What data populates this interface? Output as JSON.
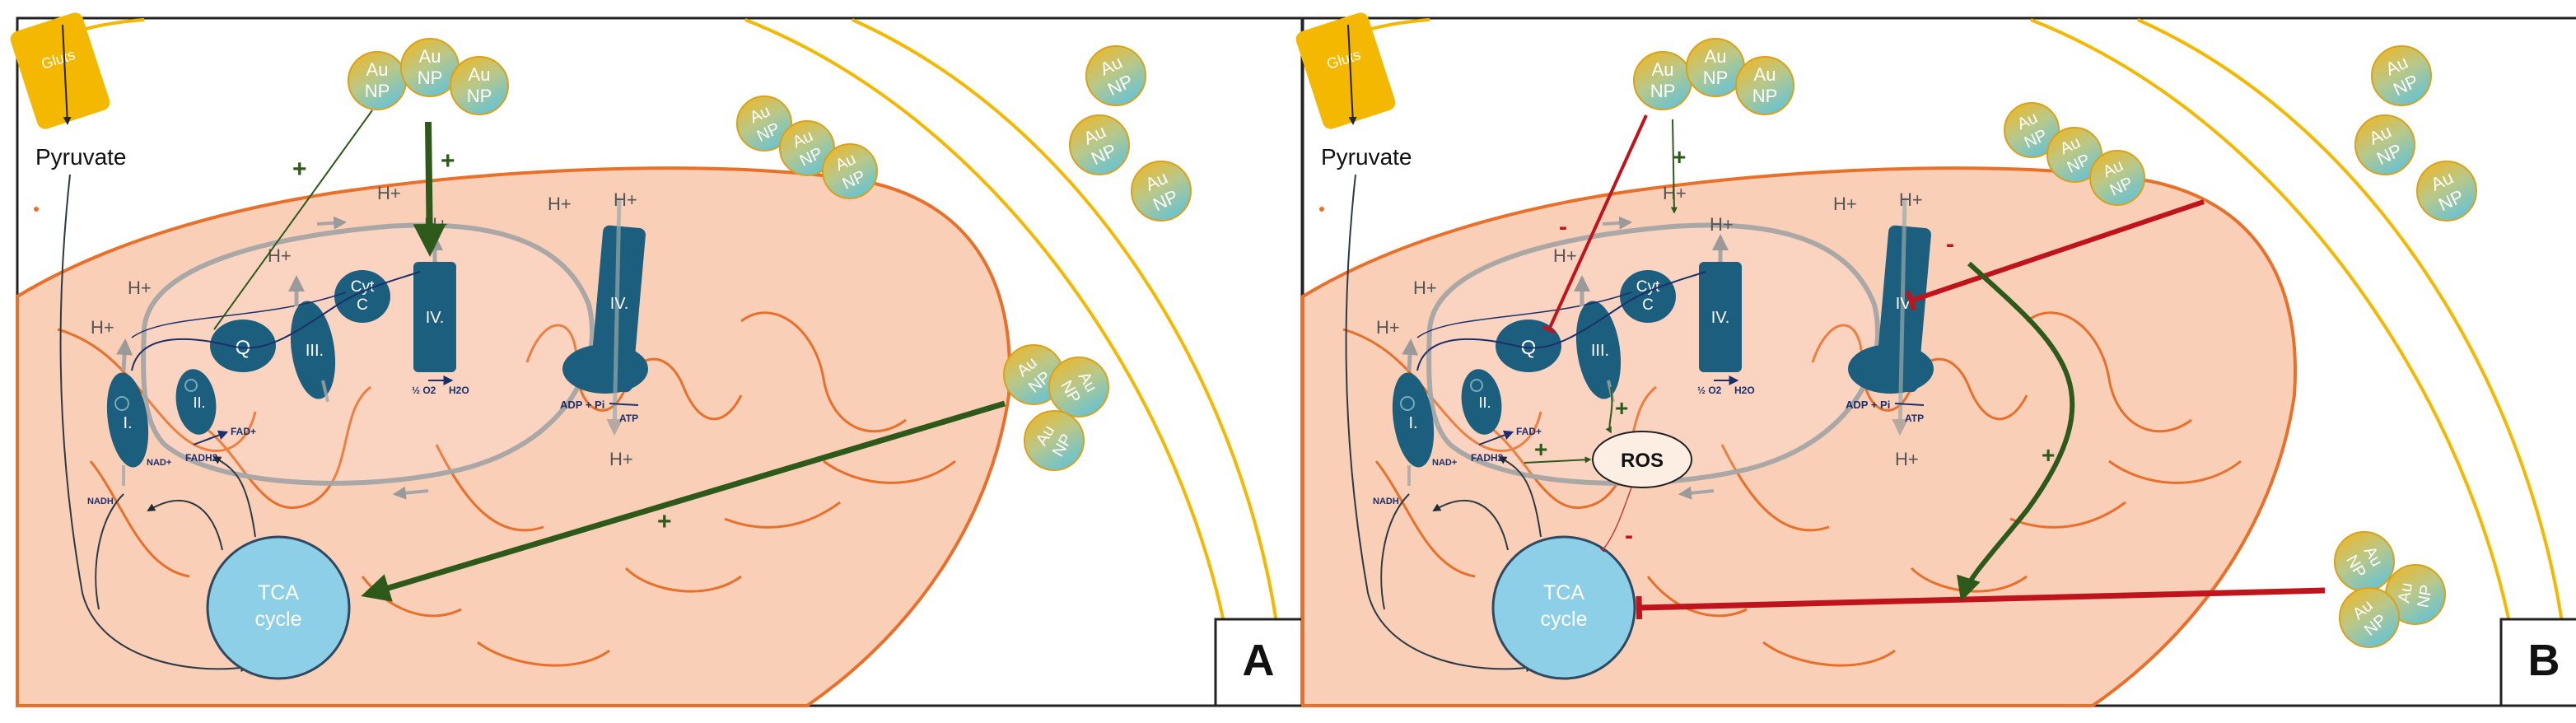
{
  "panels": [
    {
      "id": "A",
      "label": "A"
    },
    {
      "id": "B",
      "label": "B"
    }
  ],
  "labels": {
    "pyruvate": "Pyruvate",
    "glut": "Gluts",
    "tca_line1": "TCA",
    "tca_line2": "cycle",
    "cyt_line1": "Cyt",
    "cyt_line2": "C",
    "complex_i": "I.",
    "complex_ii": "II.",
    "complex_iii": "III.",
    "complex_iv": "IV.",
    "complex_v": "IV.",
    "q": "Q",
    "h_plus": "H+",
    "half_o2": "½ O2",
    "h2o": "H2O",
    "adp_pi": "ADP + Pi",
    "atp": "ATP",
    "nadh": "NADH",
    "nad_plus": "NAD+",
    "fadh2": "FADH2",
    "fad_plus": "FAD+",
    "ros": "ROS",
    "np_line1": "Au",
    "np_line2": "NP",
    "plus": "+",
    "minus": "-"
  },
  "colors": {
    "mito_fill": "#f9cfb8",
    "mito_stroke": "#e8702a",
    "cell_membrane": "#f5b800",
    "complex": "#1b5e7e",
    "tca": "#8ecfe8",
    "activate": "#2d5a1b",
    "inhibit": "#c0141c",
    "np_gold": "#f5b51a",
    "np_teal": "#7cc8cf"
  }
}
